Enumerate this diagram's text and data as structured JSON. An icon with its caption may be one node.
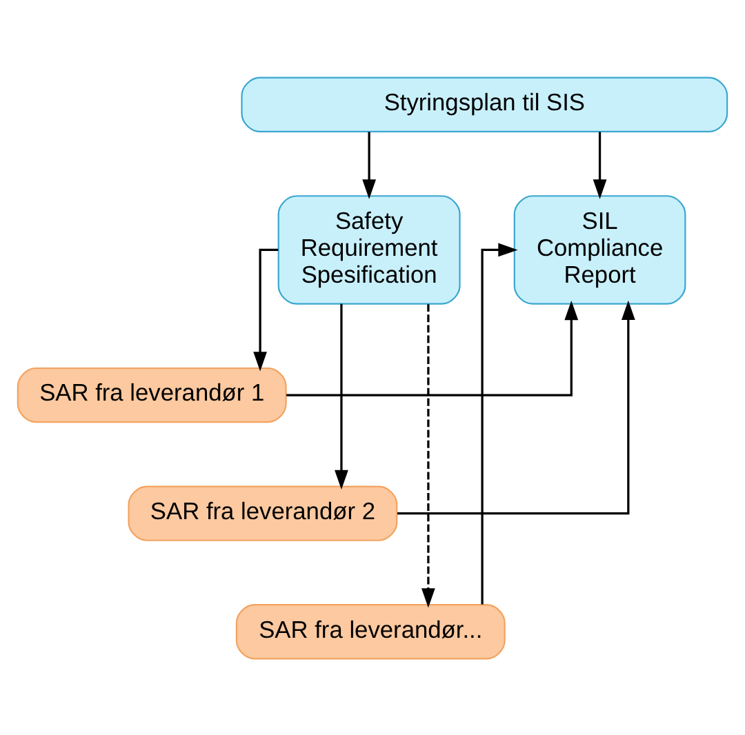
{
  "diagram": {
    "nodes": [
      {
        "text": [
          "Styringsplan til SIS"
        ]
      },
      {
        "text": [
          "Safety Requirement Spesification"
        ]
      },
      {
        "text": [
          "SIL Compliance Report"
        ]
      },
      {
        "text": [
          "SAR fra leverandør 1"
        ]
      },
      {
        "text": [
          "SAR fra leverandør 2"
        ]
      },
      {
        "text": [
          "SAR fra leverandør..."
        ]
      }
    ],
    "edges": [
      {
        "from": 0,
        "to": 1,
        "arrow": "to"
      },
      {
        "from": 0,
        "to": 2,
        "arrow": "to"
      },
      {
        "from": 1,
        "to": 3,
        "arrow": "to"
      },
      {
        "from": 1,
        "to": 4,
        "arrow": "to"
      },
      {
        "from": 1,
        "to": 5,
        "arrow": "to",
        "style": "dashed"
      },
      {
        "from": 3,
        "to": 2,
        "arrow": "to"
      },
      {
        "from": 4,
        "to": 2,
        "arrow": "to"
      },
      {
        "from": 5,
        "to": 2,
        "arrow": "to"
      }
    ]
  }
}
